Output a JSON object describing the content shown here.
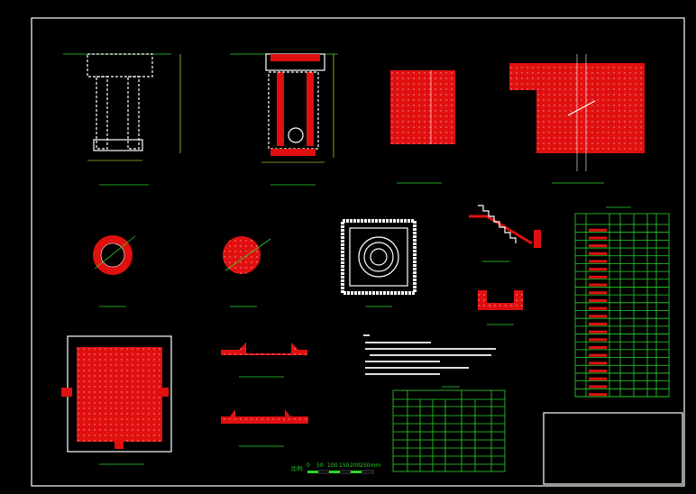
{
  "colors": {
    "background": "#000000",
    "frame": "#ffffff",
    "annotation": "#2bd62b",
    "concrete": "#e01010",
    "dimension": "#ffff40"
  },
  "scale_bar": {
    "prefix": "比例:",
    "ticks": [
      "0",
      "50",
      "100",
      "150",
      "200",
      "250mm"
    ]
  }
}
